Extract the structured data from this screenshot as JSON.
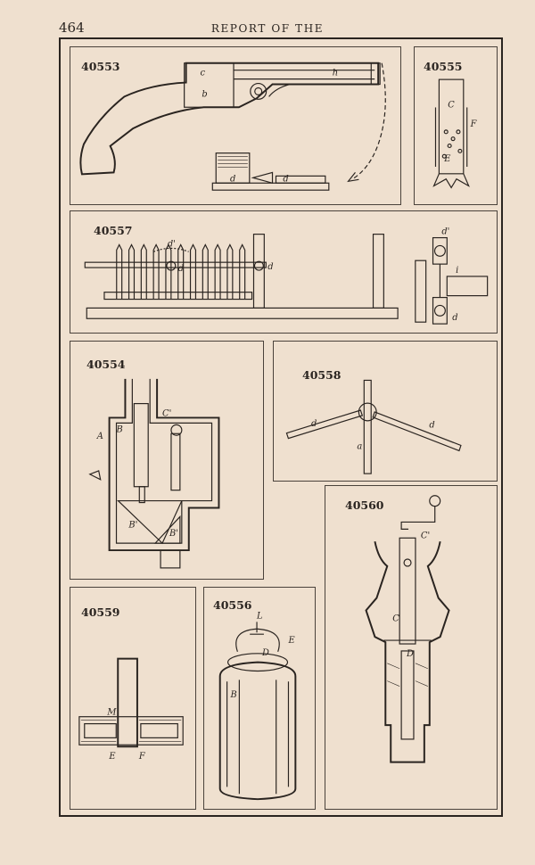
{
  "header": {
    "page_number": "464",
    "running_head": "REPORT OF THE"
  },
  "figures": [
    {
      "number": "40553",
      "labels": {
        "a": "c",
        "b": "b",
        "c": "h",
        "d": "d",
        "e": "d"
      }
    },
    {
      "number": "40555",
      "labels": {
        "a": "C",
        "b": "F",
        "c": "E"
      }
    },
    {
      "number": "40557",
      "labels": {
        "a": "d'",
        "b": "d",
        "c": "d",
        "d": "d'",
        "e": "i",
        "f": "d"
      }
    },
    {
      "number": "40554",
      "labels": {
        "a": "C'",
        "b": "A",
        "c": "B",
        "d": "B'",
        "e": "B'"
      }
    },
    {
      "number": "40558",
      "labels": {
        "a": "d",
        "b": "d",
        "c": "a"
      }
    },
    {
      "number": "40560",
      "labels": {
        "a": "C'",
        "b": "C",
        "c": "D"
      }
    },
    {
      "number": "40559",
      "labels": {
        "a": "M",
        "b": "E",
        "c": "F"
      }
    },
    {
      "number": "40556",
      "labels": {
        "a": "L",
        "b": "E",
        "c": "D",
        "d": "B"
      }
    }
  ]
}
